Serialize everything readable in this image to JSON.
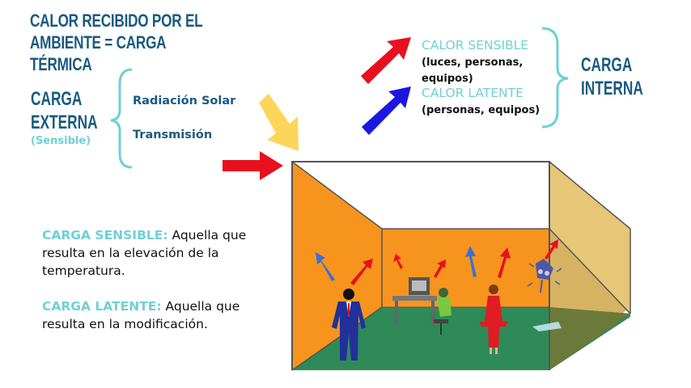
{
  "title": {
    "line1": "CALOR RECIBIDO POR EL",
    "line2": "AMBIENTE = CARGA TÉRMICA"
  },
  "external": {
    "title_line1": "CARGA",
    "title_line2": "EXTERNA",
    "subtitle": "(Sensible)",
    "items": [
      "Radiación Solar",
      "Transmisión"
    ]
  },
  "internal": {
    "title_line1": "CARGA",
    "title_line2": "INTERNA",
    "sensible_heading": "CALOR SENSIBLE",
    "sensible_detail_line1": "(luces, personas,",
    "sensible_detail_line2": "equipos)",
    "latente_heading": "CALOR LATENTE",
    "latente_detail": "(personas, equipos)"
  },
  "definitions": [
    {
      "label": "CARGA SENSIBLE:",
      "text_line1": " Aquella que",
      "text_line2": "resulta en la elevación de la",
      "text_line3": "temperatura."
    },
    {
      "label": "CARGA LATENTE:",
      "text_line1": " Aquella que",
      "text_line2": "resulta en la modificación."
    }
  ],
  "colors": {
    "dark_blue": "#1a5a80",
    "cyan": "#6fd0d6",
    "arrow_red": "#e8101e",
    "arrow_blue": "#1a18e0",
    "arrow_yellow": "#fcd65a",
    "wall_orange": "#f7941d",
    "floor_green": "#2e8b57"
  }
}
